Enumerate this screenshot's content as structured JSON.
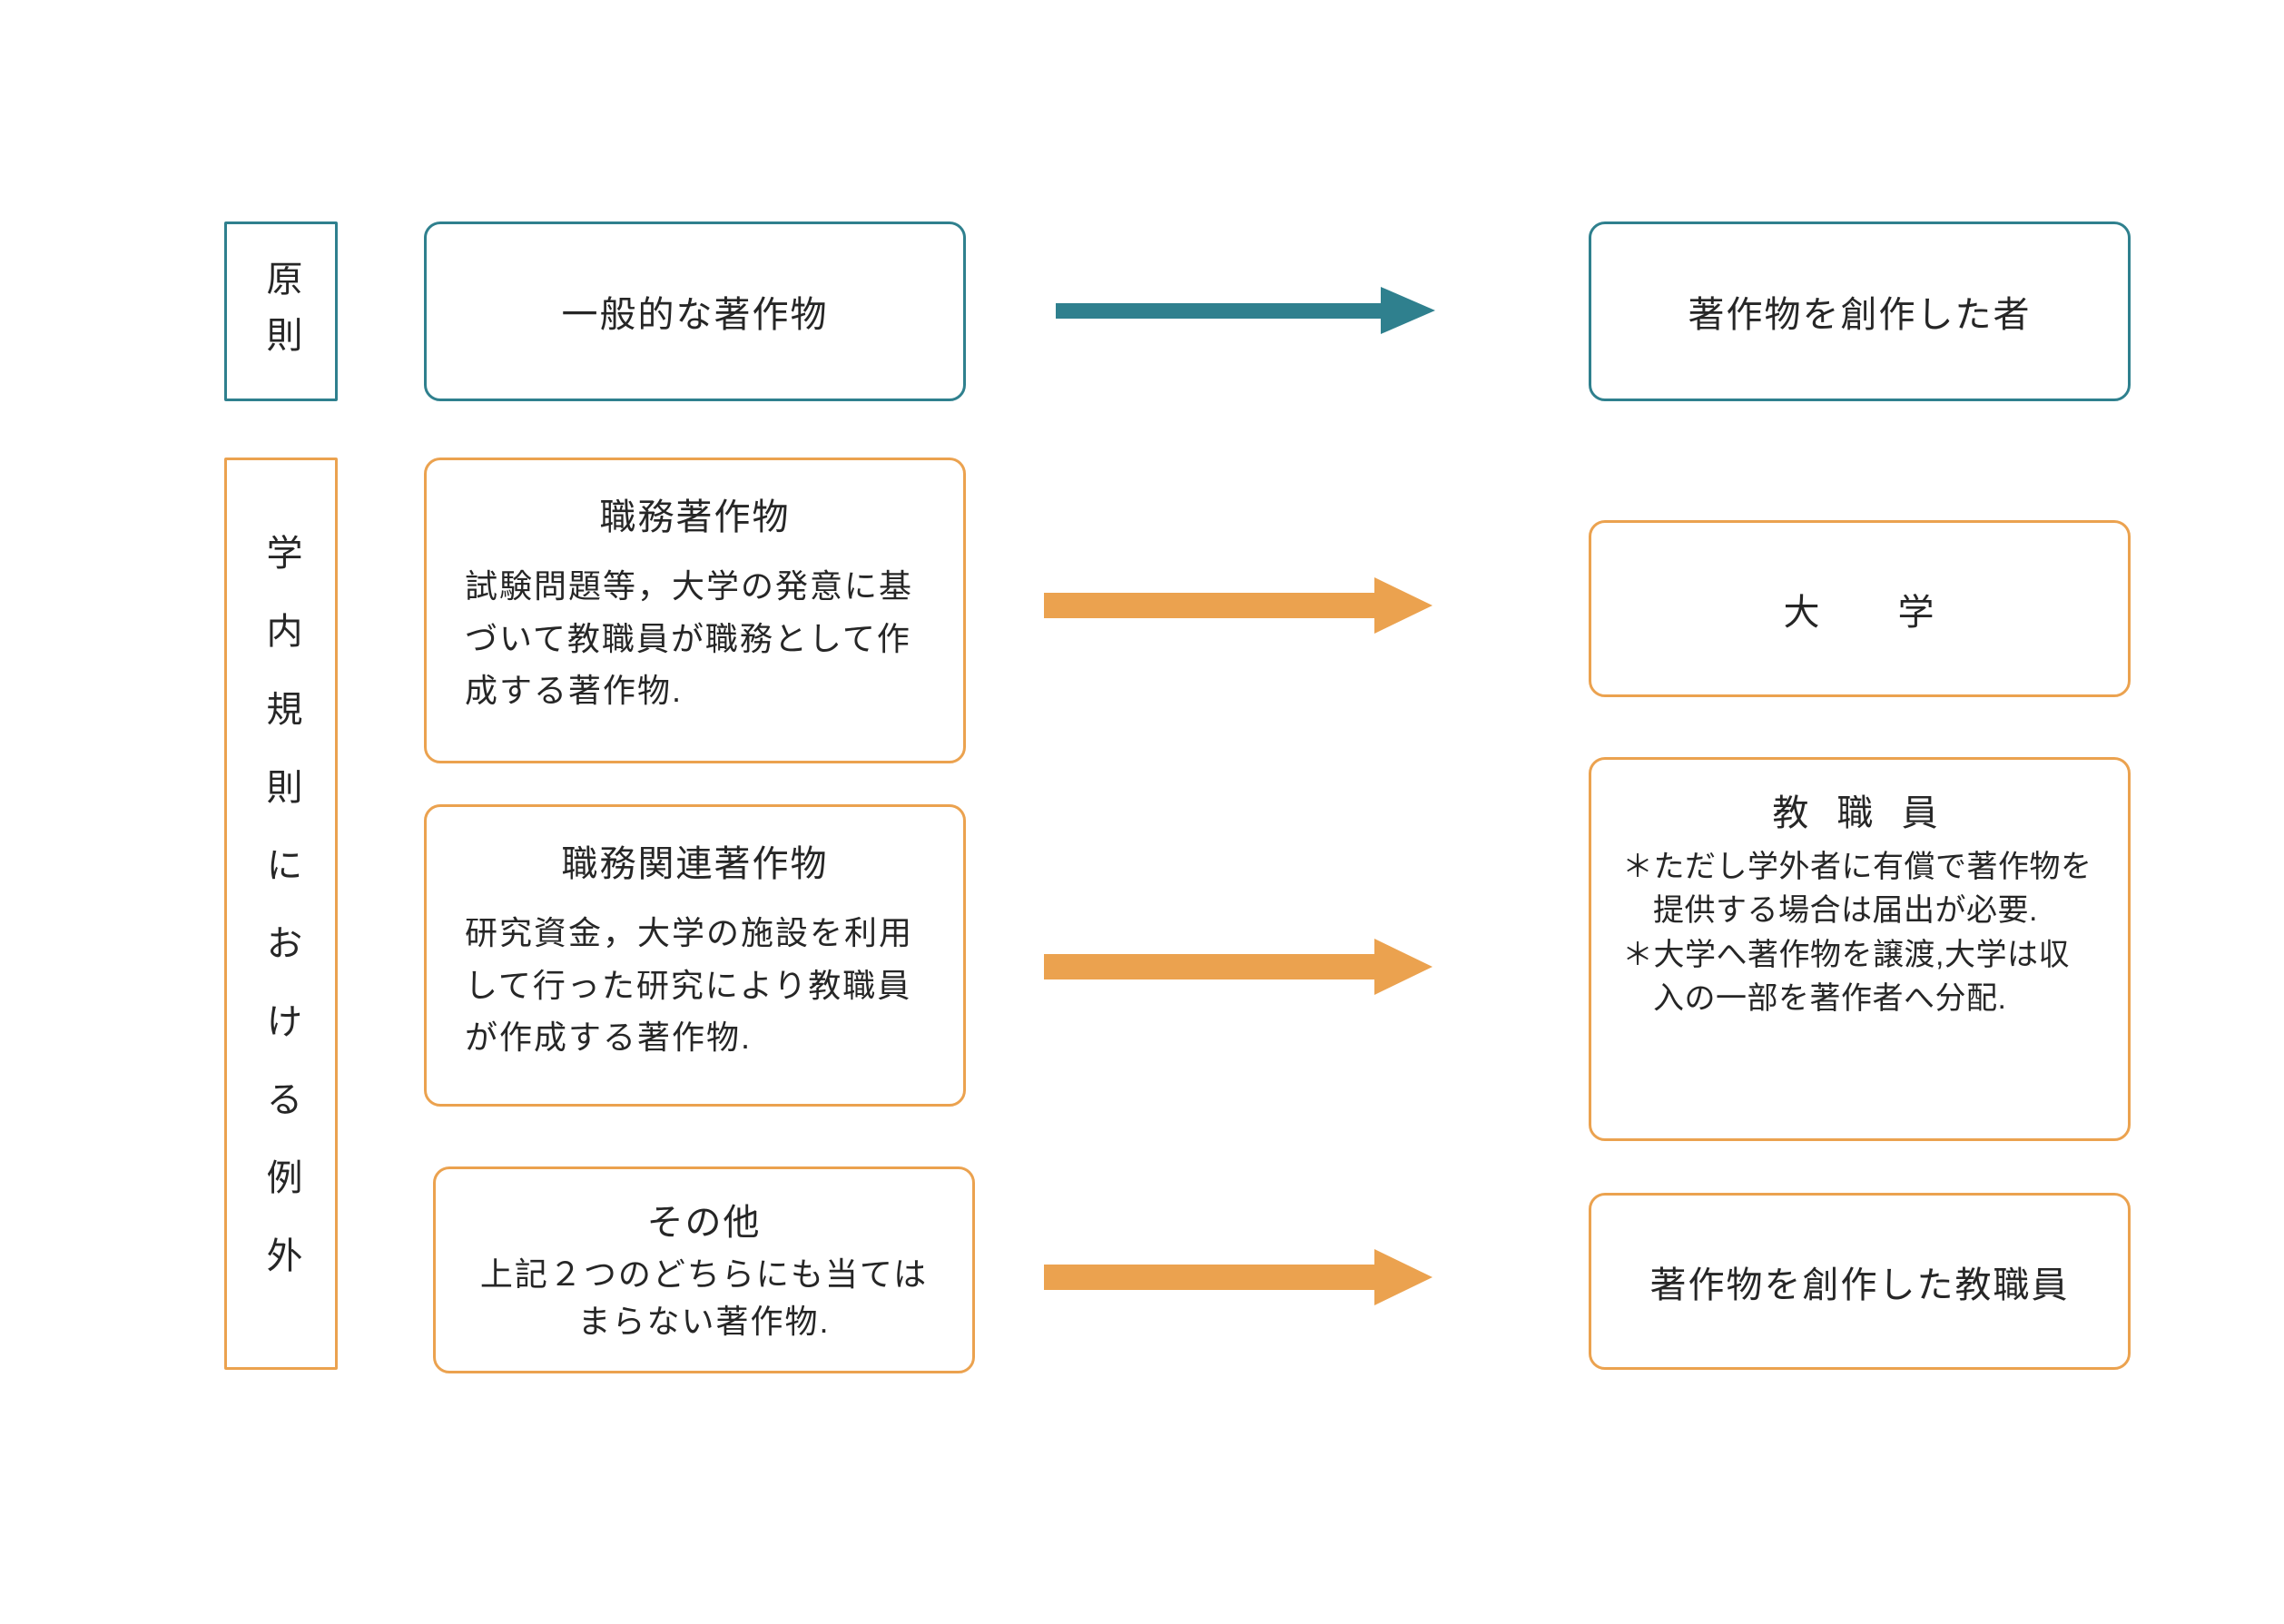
{
  "colors": {
    "teal": "#2f808e",
    "orange": "#eba24f",
    "text": "#262626",
    "background": "#ffffff"
  },
  "principle": {
    "label": "原則",
    "source_box": "一般的な著作物",
    "target_box": "著作物を創作した者"
  },
  "exceptions": {
    "label": "学内規則における例外",
    "row1": {
      "title": "職務著作物",
      "body": "試験問題等，大学の発意に基づいて教職員が職務として作成する著作物.",
      "target": "大　　学"
    },
    "row2": {
      "title": "職務関連著作物",
      "body": "研究資金，大学の施設を利用して行った研究により教職員が作成する著作物.",
      "target_title": "教 職 員",
      "notes": [
        "＊ただし学外者に有償で著作物を提供する場合は届出が必要.",
        "＊大学へ著作物を譲渡,大学は収入の一部を著作者へ分配."
      ]
    },
    "row3": {
      "title": "その他",
      "body": "上記２つのどちらにも当てはまらない著作物.",
      "target": "著作物を創作した教職員"
    }
  }
}
